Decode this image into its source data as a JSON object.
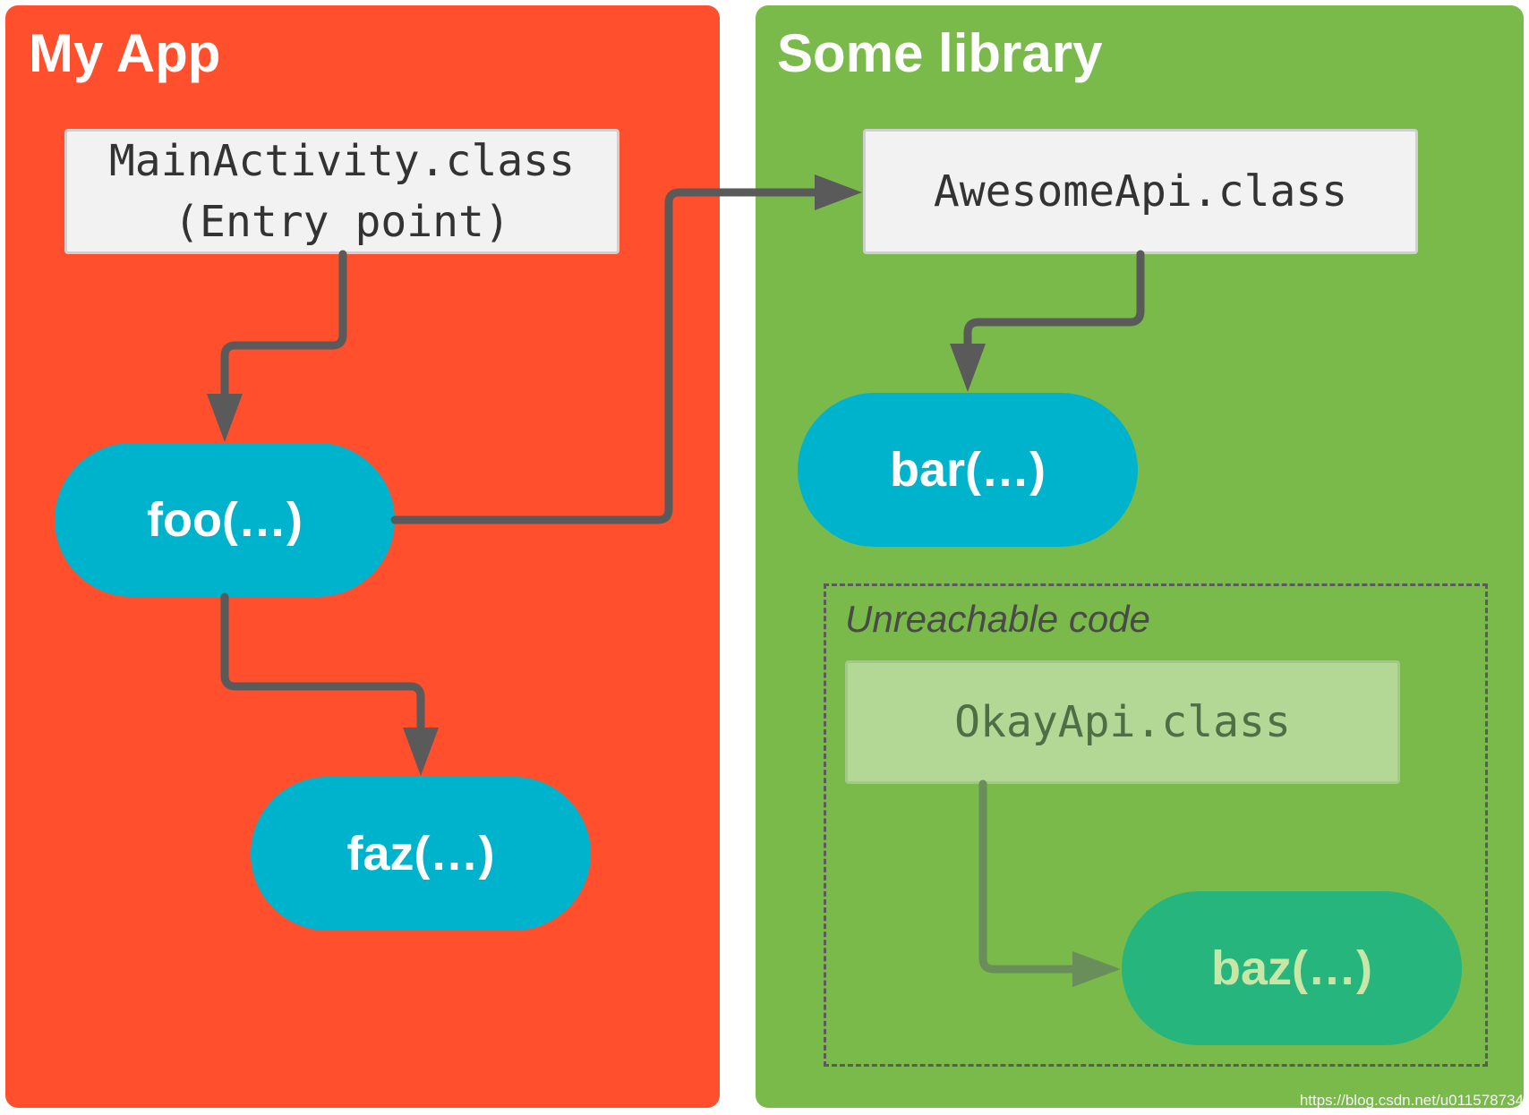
{
  "colors": {
    "app_panel": "#ff4f2c",
    "library_panel": "#7aba4a",
    "method_reachable": "#00b3cc",
    "method_unreachable": "#27b57e",
    "arrow": "#5a5a5a",
    "arrow_unreachable": "#6a8e5a"
  },
  "app": {
    "title": "My App",
    "entry_class": {
      "line1": "MainActivity.class",
      "line2": "(Entry point)"
    },
    "methods": {
      "foo": "foo(…)",
      "faz": "faz(…)"
    }
  },
  "library": {
    "title": "Some library",
    "api_class": "AwesomeApi.class",
    "methods": {
      "bar": "bar(…)"
    },
    "unreachable": {
      "label": "Unreachable code",
      "class": "OkayApi.class",
      "method": "baz(…)"
    }
  },
  "watermark": "https://blog.csdn.net/u011578734"
}
